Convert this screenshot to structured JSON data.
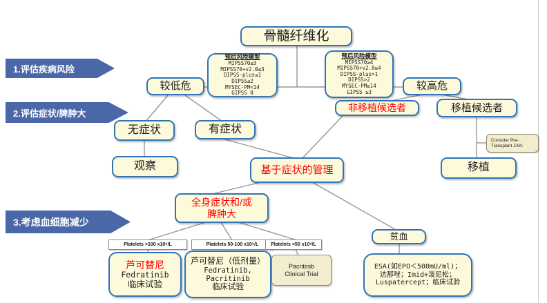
{
  "colors": {
    "box_fill": "#FDFADB",
    "box_border": "#2E75B6",
    "tan_fill": "#F3EDD0",
    "tan_border": "#8F8F6F",
    "arrow_fill": "#4A67A8",
    "red_text": "#FF0000",
    "connector": "#969696"
  },
  "title": "骨髓纤维化",
  "steps": {
    "step1": "1.评估疾病风险",
    "step2": "2.评估症状/脾肿大",
    "step3": "3.考虑血细胞减少"
  },
  "risk_models": {
    "lower": {
      "title": "预后风险模型",
      "criteria": [
        "MIPSS70≤3",
        "MIPSS70+v2.0≤3",
        "DIPSS-plus≤1",
        "DIPSS≤2",
        "MYSEC-PM<14",
        "GIPSS 0"
      ]
    },
    "higher": {
      "title": "预后风险模型",
      "criteria": [
        "MIPSS70≥4",
        "MIPSS70+v2.0≥4",
        "DIPSS-plus>1",
        "DIPSS>2",
        "MYSEC-PM≥14",
        "GIPSS ≥3"
      ]
    }
  },
  "nodes": {
    "lower_risk": "较低危",
    "higher_risk": "较高危",
    "asymptomatic": "无症状",
    "symptomatic": "有症状",
    "observation": "观察",
    "non_transplant_candidate": "非移植候选者",
    "transplant_candidate": "移植候选者",
    "consider_jaki_line1": "Consider Pre-",
    "consider_jaki_line2": "Transplant JAKi",
    "transplant": "移植",
    "symptom_management": "基于症状的管理",
    "systemic_line1": "全身症状和/或",
    "systemic_line2": "脾肿大",
    "anemia": "贫血"
  },
  "platelet_groups": [
    "Platelets >100 x10⁹/L",
    "Platelets 50-100 x10⁹/L",
    "Platelets <50 x10⁹/L"
  ],
  "treatments": {
    "high_platelets": {
      "line1": "芦可替尼",
      "line2": "Fedratinib",
      "line3": "临床试验"
    },
    "mid_platelets": {
      "line1": "芦可替尼（低剂量）",
      "line2": "Fedratinib,",
      "line3": "Pacritinib",
      "line4": "临床试验"
    },
    "low_platelets": {
      "line1": "Pacritinib",
      "line2": "Clinical Trial"
    },
    "anemia": {
      "line1": "ESA(如EPO＜500mU/ml)；",
      "line2": "达那唑；Imid+泼尼松；",
      "line3": "Luspatercept；临床试验"
    }
  }
}
